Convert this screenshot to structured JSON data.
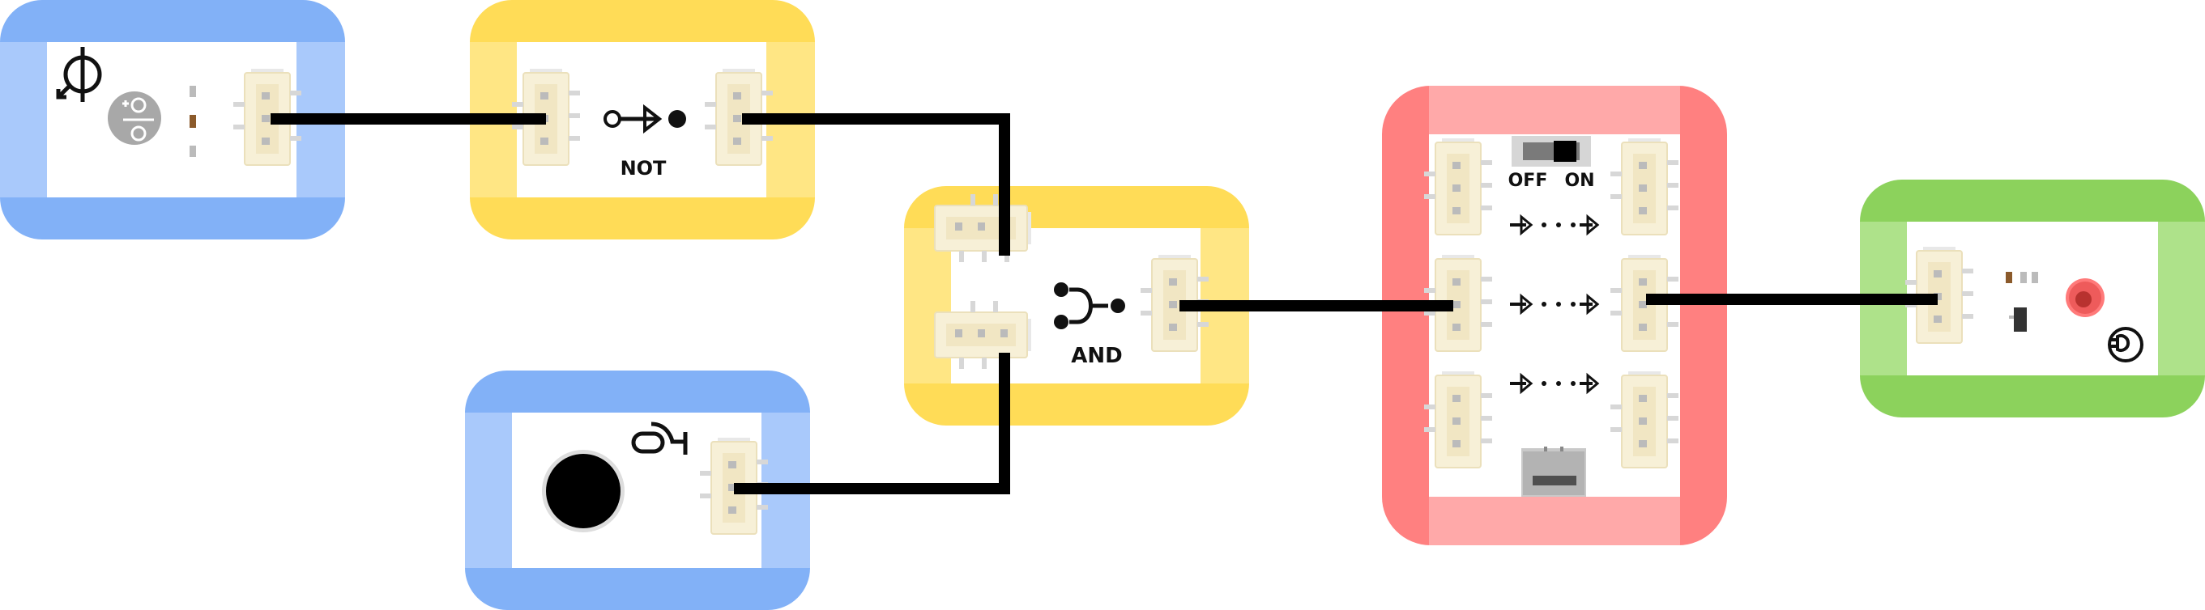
{
  "colors": {
    "blue_dark": "#82b1f7",
    "blue_light": "#a9c9fb",
    "yellow_dark": "#ffdc57",
    "yellow_light": "#ffe684",
    "red_dark": "#ff8080",
    "red_light": "#ffa9a9",
    "green_dark": "#8cd25c",
    "green_light": "#aee28a",
    "wire": "#000000",
    "connector": "#f7f0d7",
    "connector_edge": "#ebe0bb"
  },
  "modules": {
    "light_sensor": {
      "kind": "light-sensor",
      "icon": "light-sensor-icon"
    },
    "not_gate": {
      "kind": "not-gate",
      "label": "NOT",
      "icon": "not-gate-symbol"
    },
    "sound_sensor": {
      "kind": "sound-sensor",
      "icon": "microphone-icon"
    },
    "and_gate": {
      "kind": "and-gate",
      "label": "AND",
      "icon": "and-gate-symbol"
    },
    "hub": {
      "kind": "signal-hub",
      "switch_off": "OFF",
      "switch_on": "ON",
      "icon": "usb-port"
    },
    "led": {
      "kind": "led-output",
      "icon": "light-bulb-icon"
    }
  }
}
